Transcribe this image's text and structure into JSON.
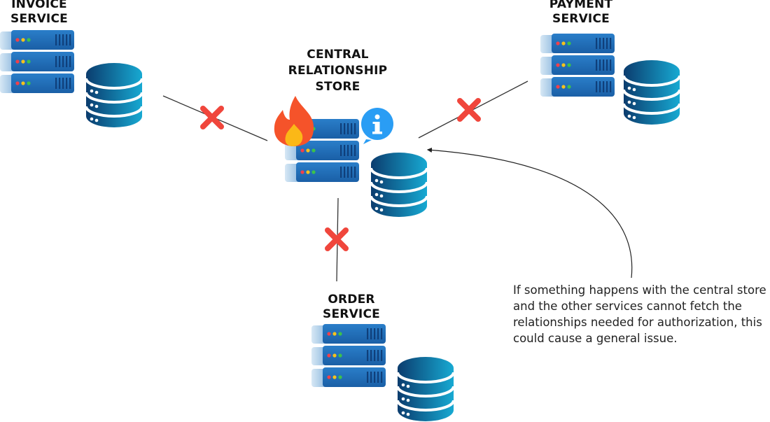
{
  "diagram": {
    "nodes": [
      {
        "id": "invoice",
        "label_lines": [
          "INVOICE",
          "SERVICE"
        ],
        "status": "disconnected"
      },
      {
        "id": "payment",
        "label_lines": [
          "PAYMENT",
          "SERVICE"
        ],
        "status": "disconnected"
      },
      {
        "id": "central",
        "label_lines": [
          "CENTRAL",
          "RELATIONSHIP",
          "STORE"
        ],
        "status": "failing"
      },
      {
        "id": "order",
        "label_lines": [
          "ORDER",
          "SERVICE"
        ],
        "status": "disconnected"
      }
    ],
    "edges": [
      {
        "from": "invoice",
        "to": "central",
        "broken": true
      },
      {
        "from": "payment",
        "to": "central",
        "broken": true
      },
      {
        "from": "order",
        "to": "central",
        "broken": true
      }
    ],
    "annotation": {
      "text": "If something happens with the central store and the other services cannot fetch the relationships needed for authorization, this could cause a general issue.",
      "points_to": "central"
    },
    "icons": {
      "server": "server-rack-icon",
      "database": "database-icon",
      "failure": "fire-icon",
      "info": "info-bubble-icon",
      "broken_link": "red-x-icon"
    },
    "colors": {
      "server_blue": "#1f68b3",
      "db_dark": "#0b3c6e",
      "db_light": "#15a6cf",
      "x_red": "#f0463c",
      "fire_orange": "#f5532a",
      "fire_yellow": "#fbb817",
      "info_blue": "#2a9df4"
    }
  }
}
